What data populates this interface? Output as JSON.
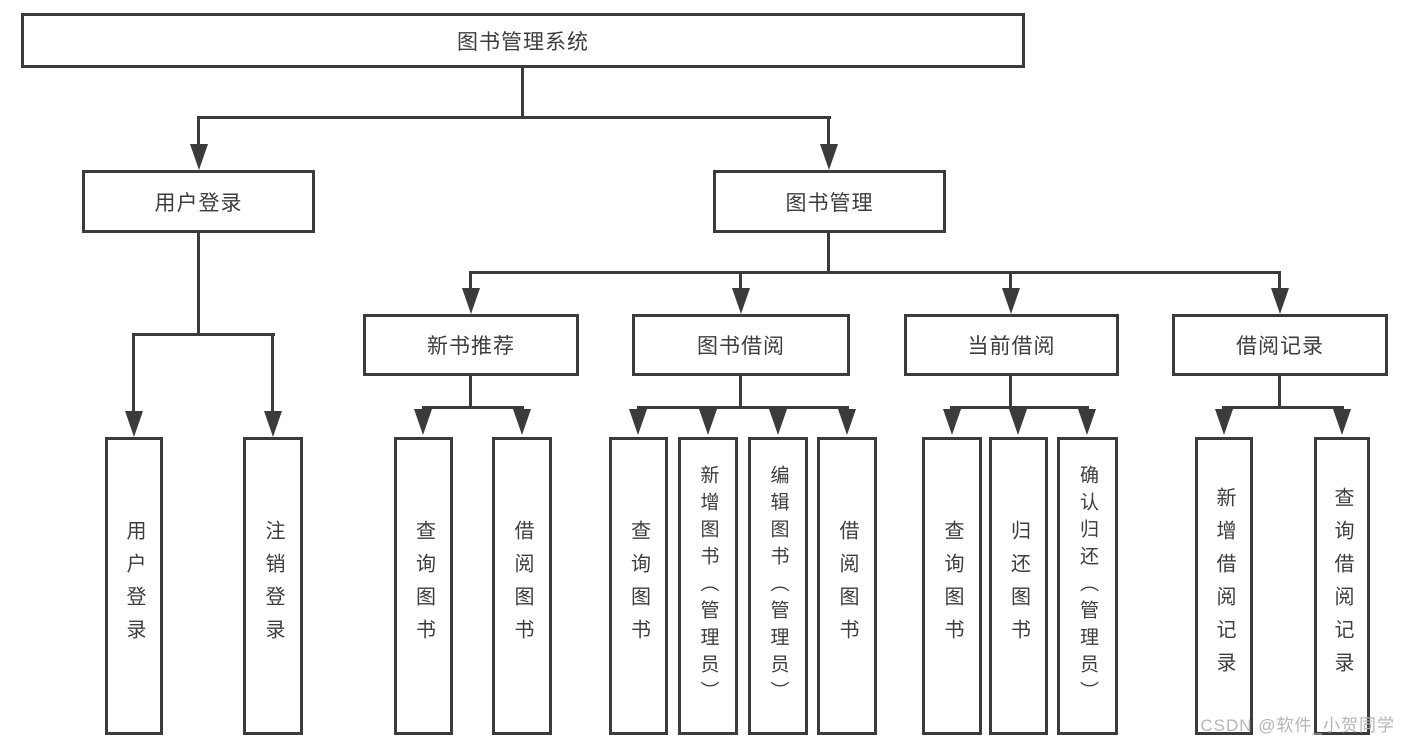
{
  "tree": {
    "label": "图书管理系统",
    "children": [
      {
        "label": "用户登录",
        "children": [
          {
            "label": "用户登录"
          },
          {
            "label": "注销登录"
          }
        ]
      },
      {
        "label": "图书管理",
        "children": [
          {
            "label": "新书推荐",
            "children": [
              {
                "label": "查询图书"
              },
              {
                "label": "借阅图书"
              }
            ]
          },
          {
            "label": "图书借阅",
            "children": [
              {
                "label": "查询图书"
              },
              {
                "label": "新增图书（管理员）"
              },
              {
                "label": "编辑图书（管理员）"
              },
              {
                "label": "借阅图书"
              }
            ]
          },
          {
            "label": "当前借阅",
            "children": [
              {
                "label": "查询图书"
              },
              {
                "label": "归还图书"
              },
              {
                "label": "确认归还（管理员）"
              }
            ]
          },
          {
            "label": "借阅记录",
            "children": [
              {
                "label": "新增借阅记录"
              },
              {
                "label": "查询借阅记录"
              }
            ]
          }
        ]
      }
    ]
  },
  "watermark": "CSDN @软件_小贺同学",
  "colors": {
    "line": "#3b3b3b",
    "text": "#3d3d3d",
    "watermark": "#b5b5b5",
    "background": "#ffffff"
  }
}
